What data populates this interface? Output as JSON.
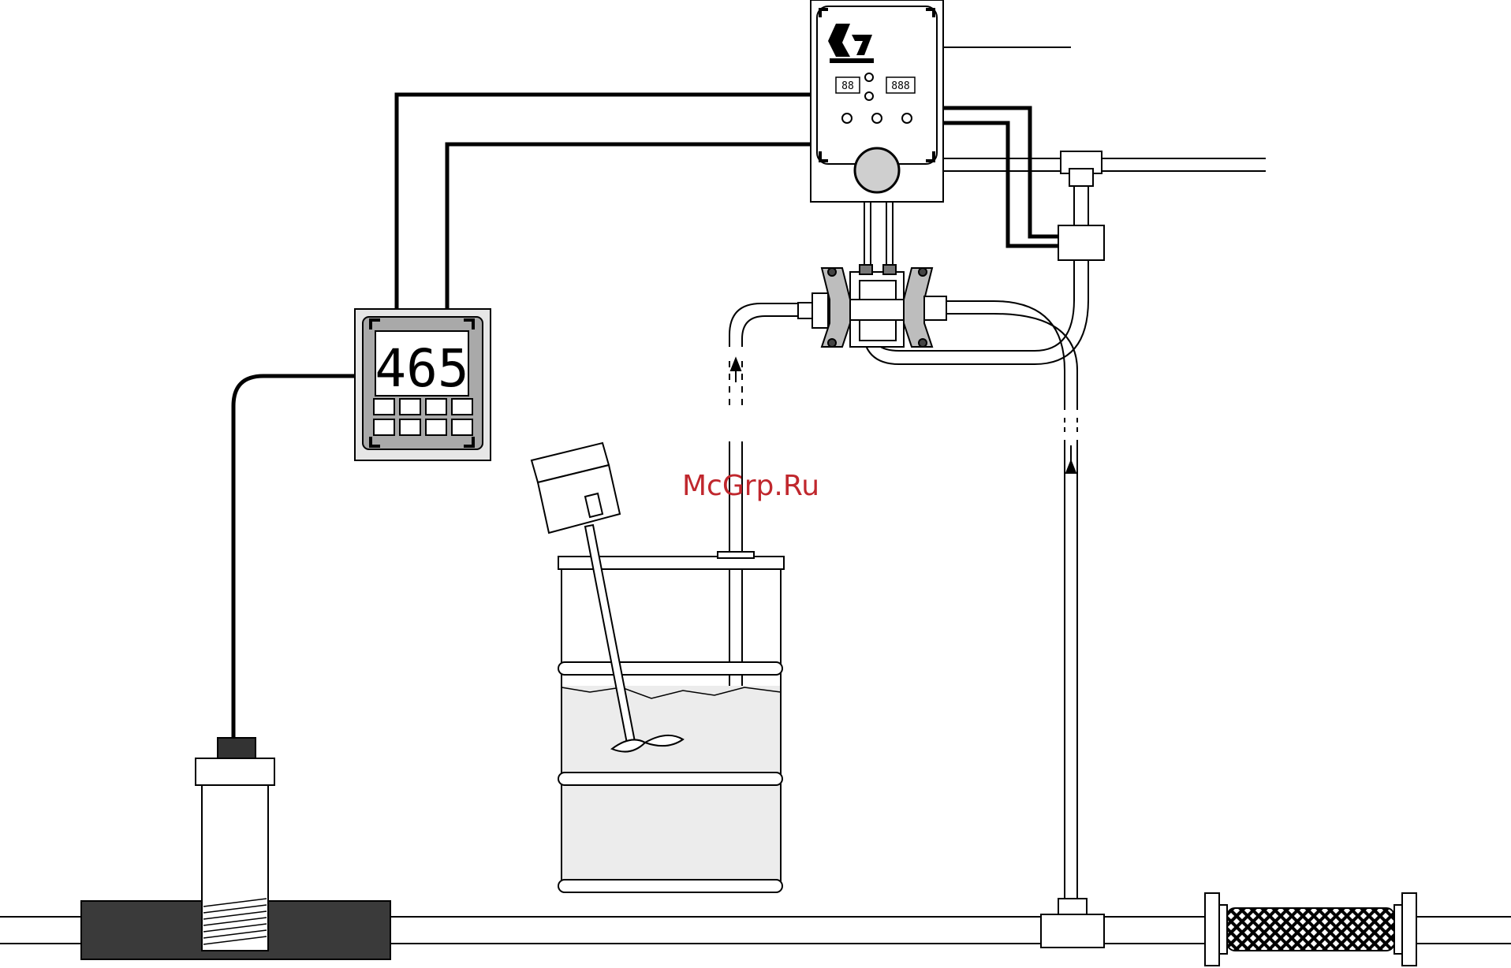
{
  "meter_display": {
    "reading": "465"
  },
  "controller": {
    "left_display": "88",
    "right_display": "888"
  },
  "watermark": {
    "text": "McGrp.Ru",
    "color": "#c0272d"
  },
  "colors": {
    "line": "#000000",
    "pipe_fill": "#ffffff",
    "liquid": "#ececec",
    "dark": "#3a3a3a",
    "panel": "#e6e6e6"
  },
  "icons": [
    "graco-logo",
    "pump",
    "drum",
    "mixer",
    "sensor-probe",
    "static-mixer",
    "flow-meter",
    "tee-fitting",
    "solenoid-valve"
  ]
}
